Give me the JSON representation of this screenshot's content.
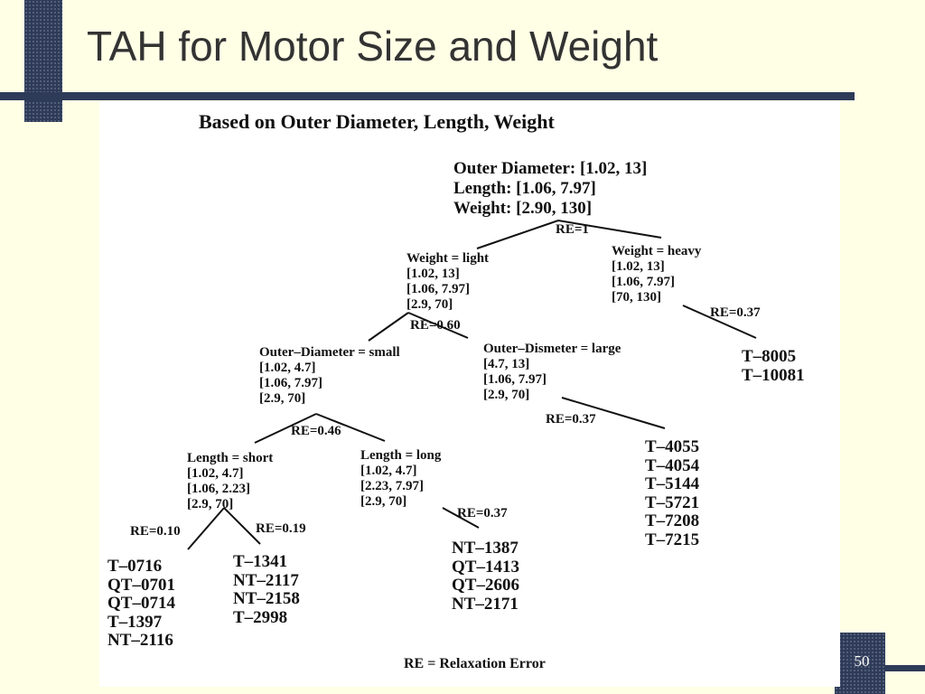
{
  "slide": {
    "title": "TAH for Motor Size and Weight",
    "page_number": "50"
  },
  "figure": {
    "heading": "Based on Outer Diameter, Length, Weight",
    "footnote": "RE = Relaxation Error",
    "root": {
      "lines": [
        "Outer Diameter: [1.02, 13]",
        "Length: [1.06, 7.97]",
        "Weight: [2.90, 130]"
      ],
      "re": "RE=1"
    },
    "weight_light": {
      "lines": [
        "Weight = light",
        "[1.02, 13]",
        "[1.06, 7.97]",
        "[2.9, 70]"
      ],
      "re": "RE=0.60"
    },
    "weight_heavy": {
      "lines": [
        "Weight = heavy",
        "[1.02, 13]",
        "[1.06, 7.97]",
        "[70, 130]"
      ],
      "re": "RE=0.37"
    },
    "od_small": {
      "lines": [
        "Outer–Diameter = small",
        "[1.02, 4.7]",
        "[1.06, 7.97]",
        "[2.9, 70]"
      ],
      "re": "RE=0.46"
    },
    "od_large": {
      "lines": [
        "Outer–Dismeter = large",
        "[4.7, 13]",
        "[1.06, 7.97]",
        "[2.9, 70]"
      ],
      "re": "RE=0.37"
    },
    "length_short": {
      "lines": [
        "Length = short",
        "[1.02, 4.7]",
        "[1.06, 2.23]",
        "[2.9, 70]"
      ],
      "re_left": "RE=0.10",
      "re_right": "RE=0.19"
    },
    "length_long": {
      "lines": [
        "Length = long",
        "[1.02, 4.7]",
        "[2.23, 7.97]",
        "[2.9, 70]"
      ],
      "re": "RE=0.37"
    },
    "leaves": {
      "heavy": [
        "T–8005",
        "T–10081"
      ],
      "large": [
        "T–4055",
        "T–4054",
        "T–5144",
        "T–5721",
        "T–7208",
        "T–7215"
      ],
      "short_a": [
        "T–0716",
        "QT–0701",
        "QT–0714",
        "T–1397",
        "NT–2116"
      ],
      "short_b": [
        "T–1341",
        "NT–2117",
        "NT–2158",
        "T–2998"
      ],
      "long": [
        "NT–1387",
        "QT–1413",
        "QT–2606",
        "NT–2171"
      ]
    }
  }
}
